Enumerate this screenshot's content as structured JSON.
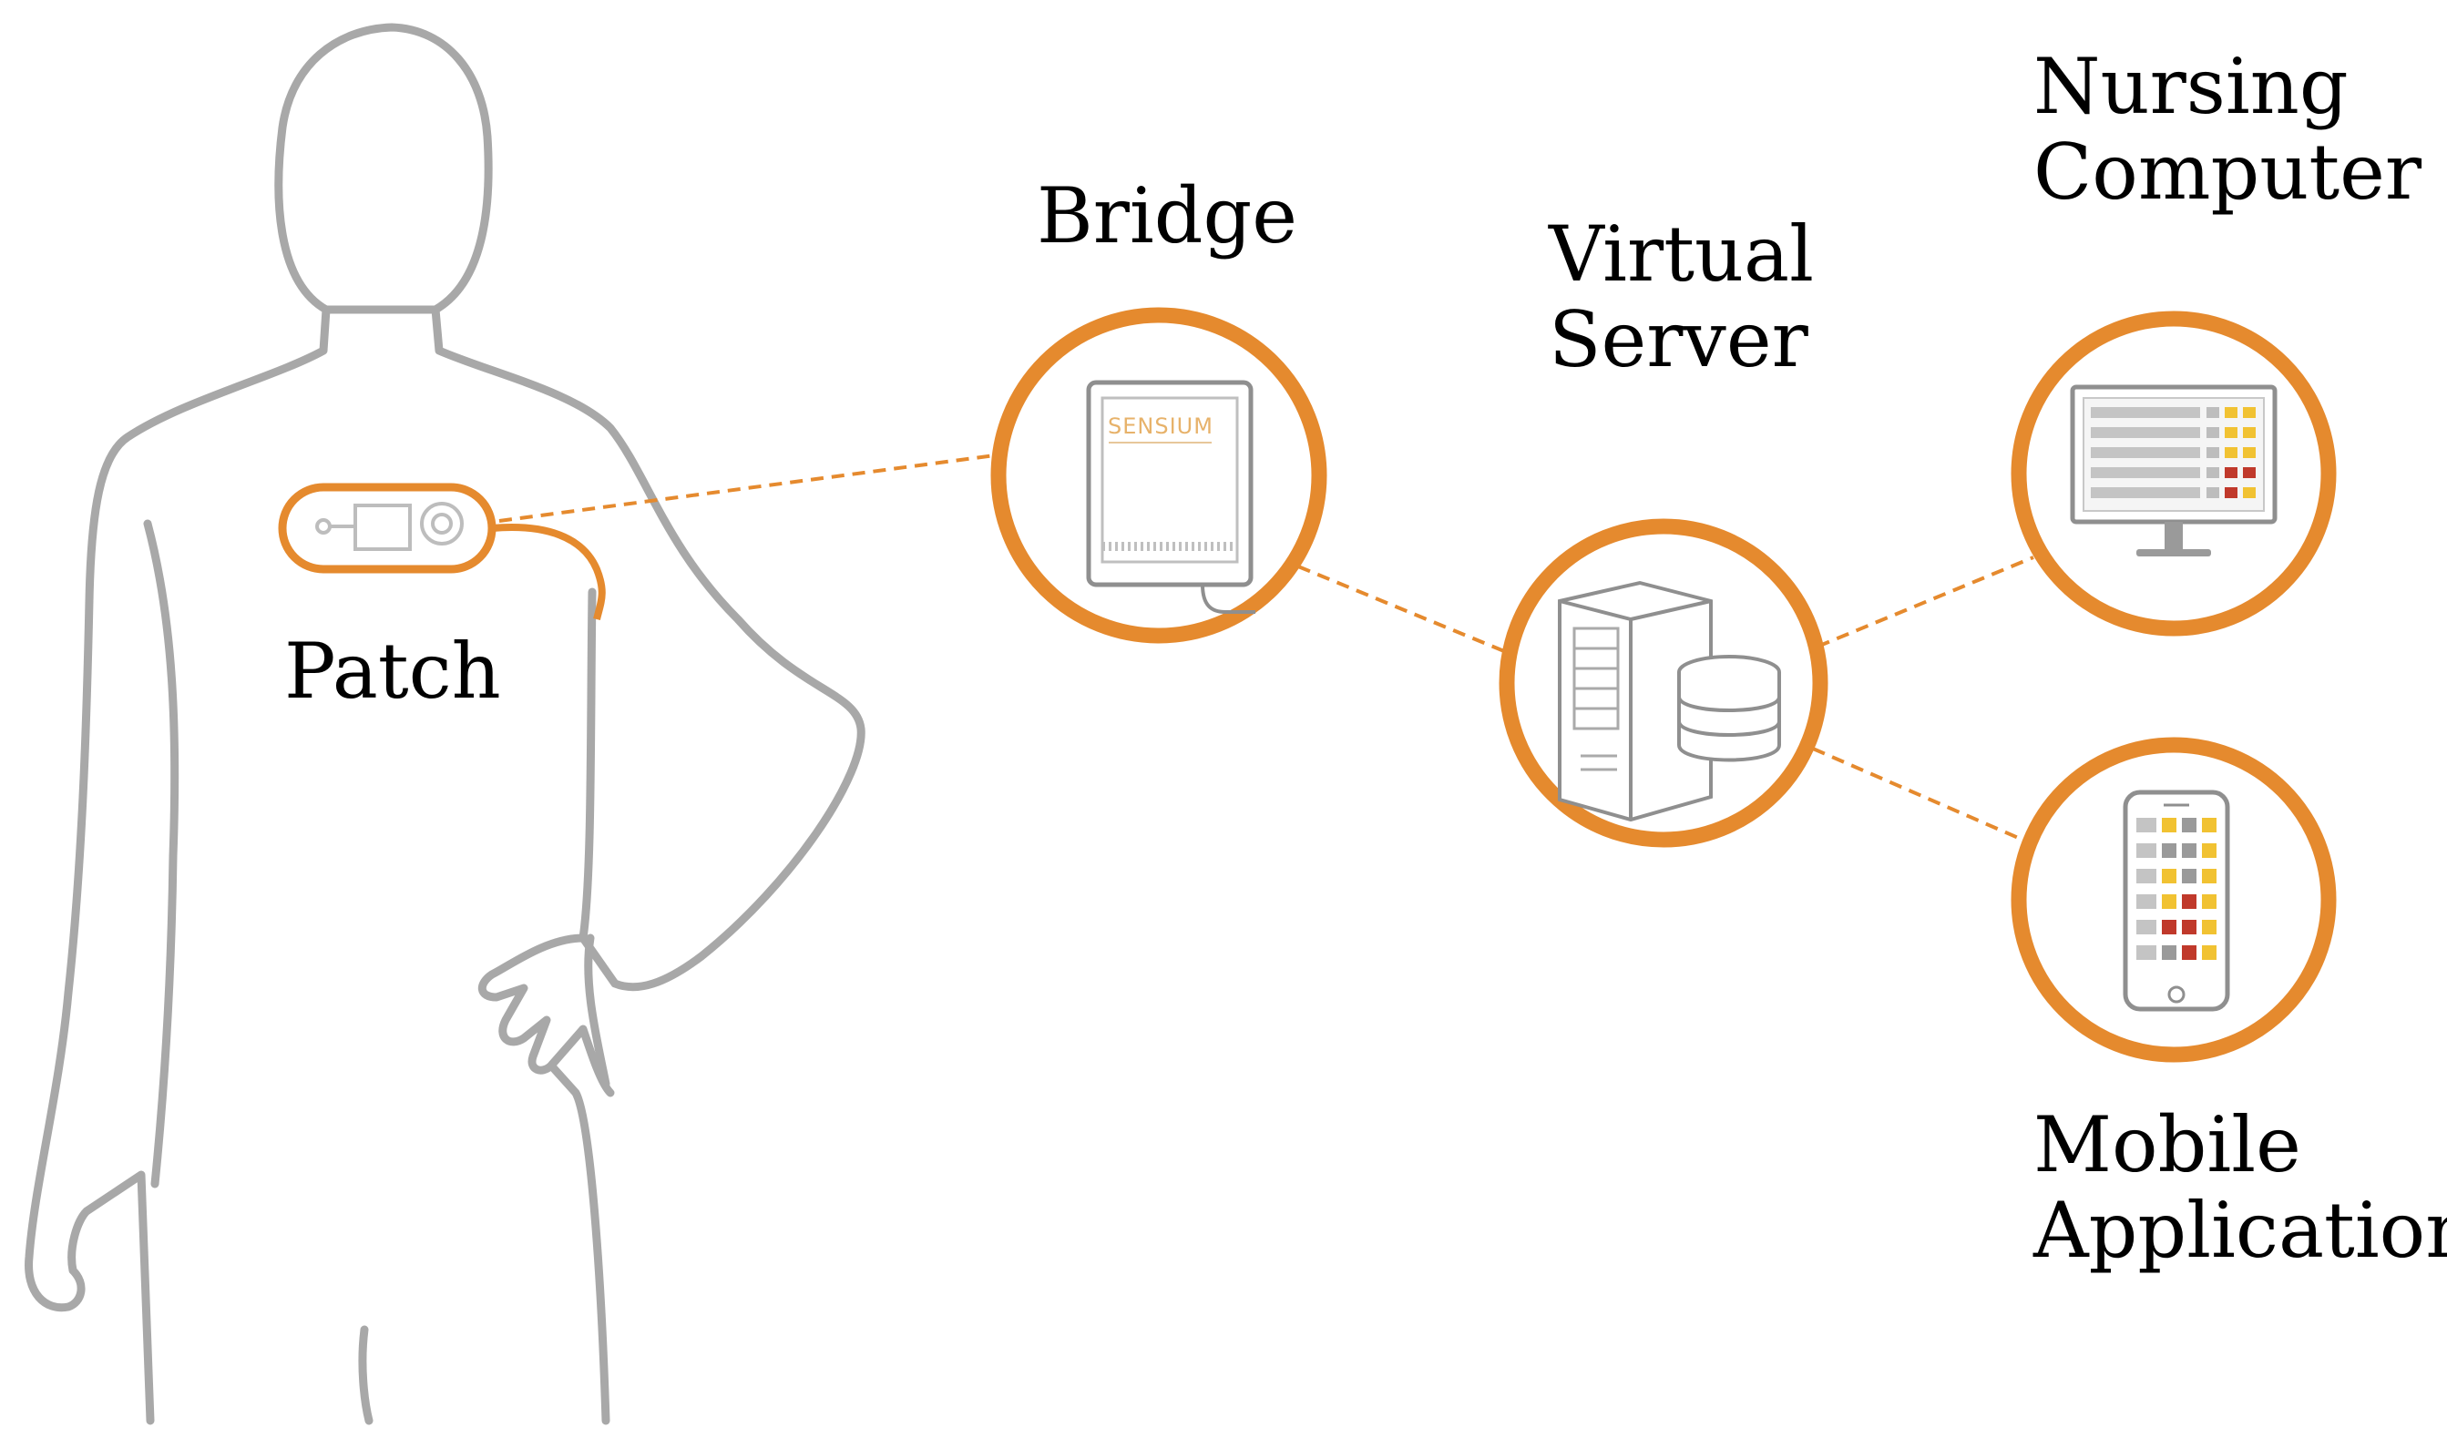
{
  "labels": {
    "patch": "Patch",
    "bridge": "Bridge",
    "server_line1": "Virtual",
    "server_line2": "Server",
    "nursing_line1": "Nursing",
    "nursing_line2": "Computer",
    "mobile_line1": "Mobile",
    "mobile_line2": "Application"
  },
  "bridge_screen_text": "SENSIUM",
  "colors": {
    "accent": "#e58a2e",
    "outline": "#a8a8a8",
    "device": "#9a9a9a",
    "alert_yellow": "#f1c232",
    "alert_red": "#c0392b"
  },
  "icons": {
    "patch": "wearable-patch-icon",
    "bridge": "tablet-bridge-icon",
    "server": "server-database-icon",
    "nursing": "monitor-icon",
    "mobile": "smartphone-icon"
  }
}
